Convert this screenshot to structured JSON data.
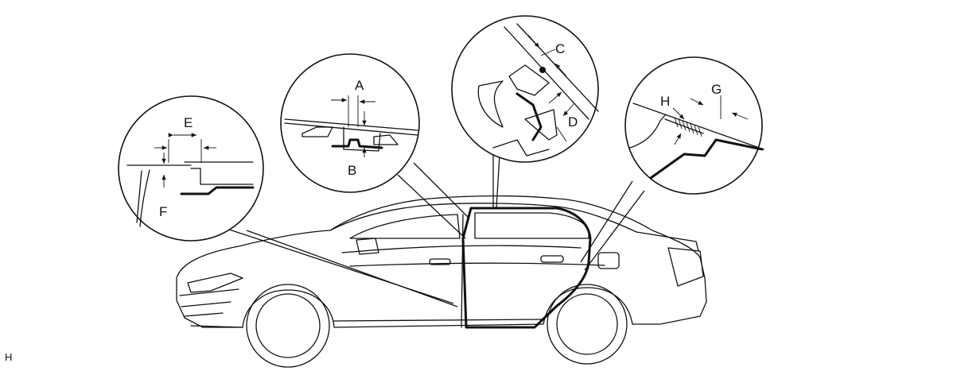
{
  "figure_id": "H",
  "callouts": {
    "a": "A",
    "b": "B",
    "c": "C",
    "d": "D",
    "e": "E",
    "f": "F",
    "g": "G",
    "h": "H"
  }
}
